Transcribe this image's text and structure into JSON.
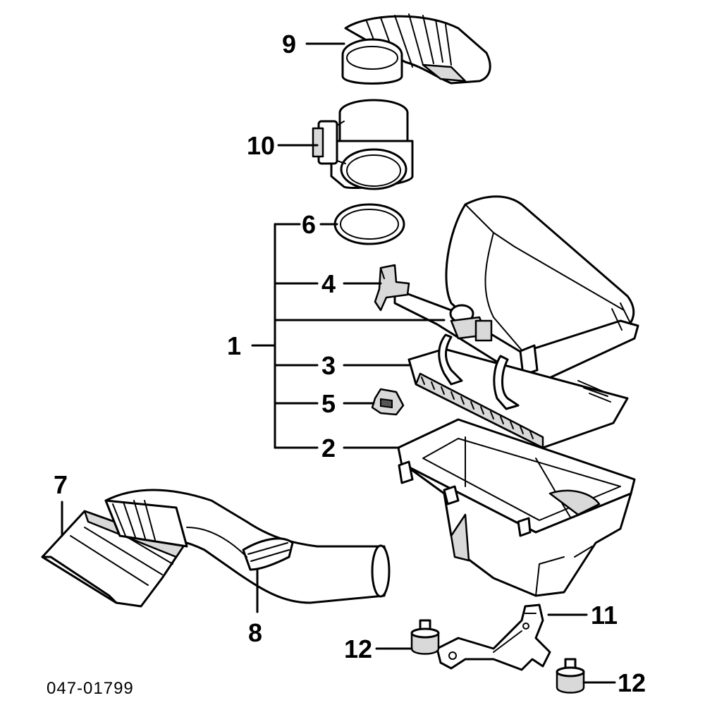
{
  "callouts": {
    "c1": "1",
    "c2": "2",
    "c3": "3",
    "c4": "4",
    "c5": "5",
    "c6": "6",
    "c7": "7",
    "c8": "8",
    "c9": "9",
    "c10": "10",
    "c11": "11",
    "c12a": "12",
    "c12b": "12"
  },
  "reference_code": "047-01799",
  "colors": {
    "line": "#000000",
    "background": "#ffffff",
    "shade": "#d9d9d9"
  }
}
